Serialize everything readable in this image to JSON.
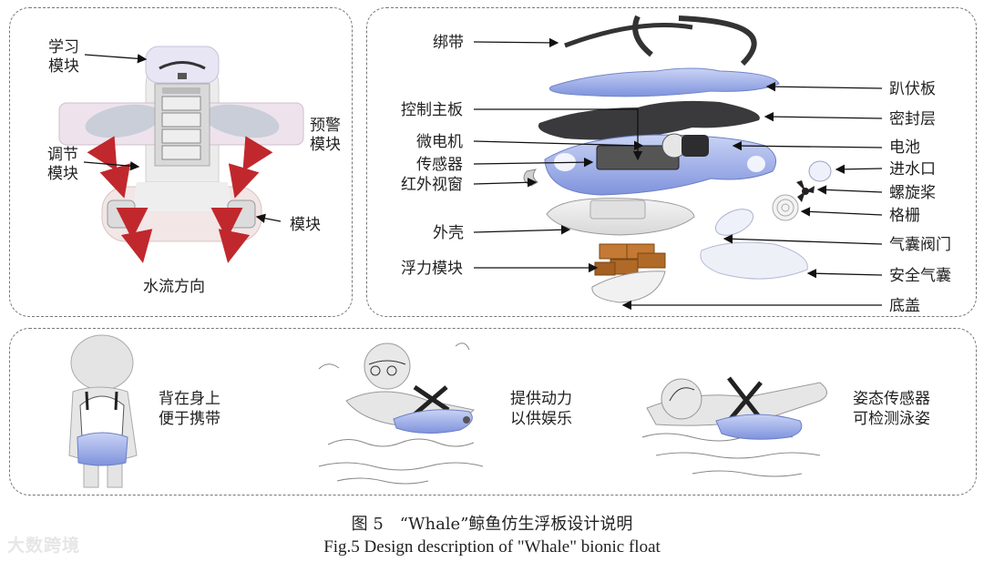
{
  "panel_a": {
    "labels": [
      "学习\n模块",
      "预警\n模块",
      "调节\n模块",
      "模块"
    ],
    "flow_label": "水流方向"
  },
  "panel_b": {
    "left_labels": [
      "绑带",
      "控制主板",
      "微电机",
      "传感器",
      "红外视窗",
      "外壳",
      "浮力模块"
    ],
    "right_labels": [
      "趴伏板",
      "密封层",
      "电池",
      "进水口",
      "螺旋桨",
      "格栅",
      "气囊阀门",
      "安全气囊",
      "底盖"
    ]
  },
  "panel_c": {
    "scenes": [
      {
        "text": "背在身上\n便于携带"
      },
      {
        "text": "提供动力\n以供娱乐"
      },
      {
        "text": "姿态传感器\n可检测泳姿"
      }
    ]
  },
  "caption": {
    "zh": "图 5　“Whale”鲸鱼仿生浮板设计说明",
    "en": "Fig.5 Design description of \"Whale\" bionic float"
  },
  "watermark": "大数跨境",
  "colors": {
    "float_blue": "#8ea2e6",
    "dark_layer": "#3a3a3c",
    "arrow_red": "#c0282d",
    "panel_border": "#777777"
  }
}
